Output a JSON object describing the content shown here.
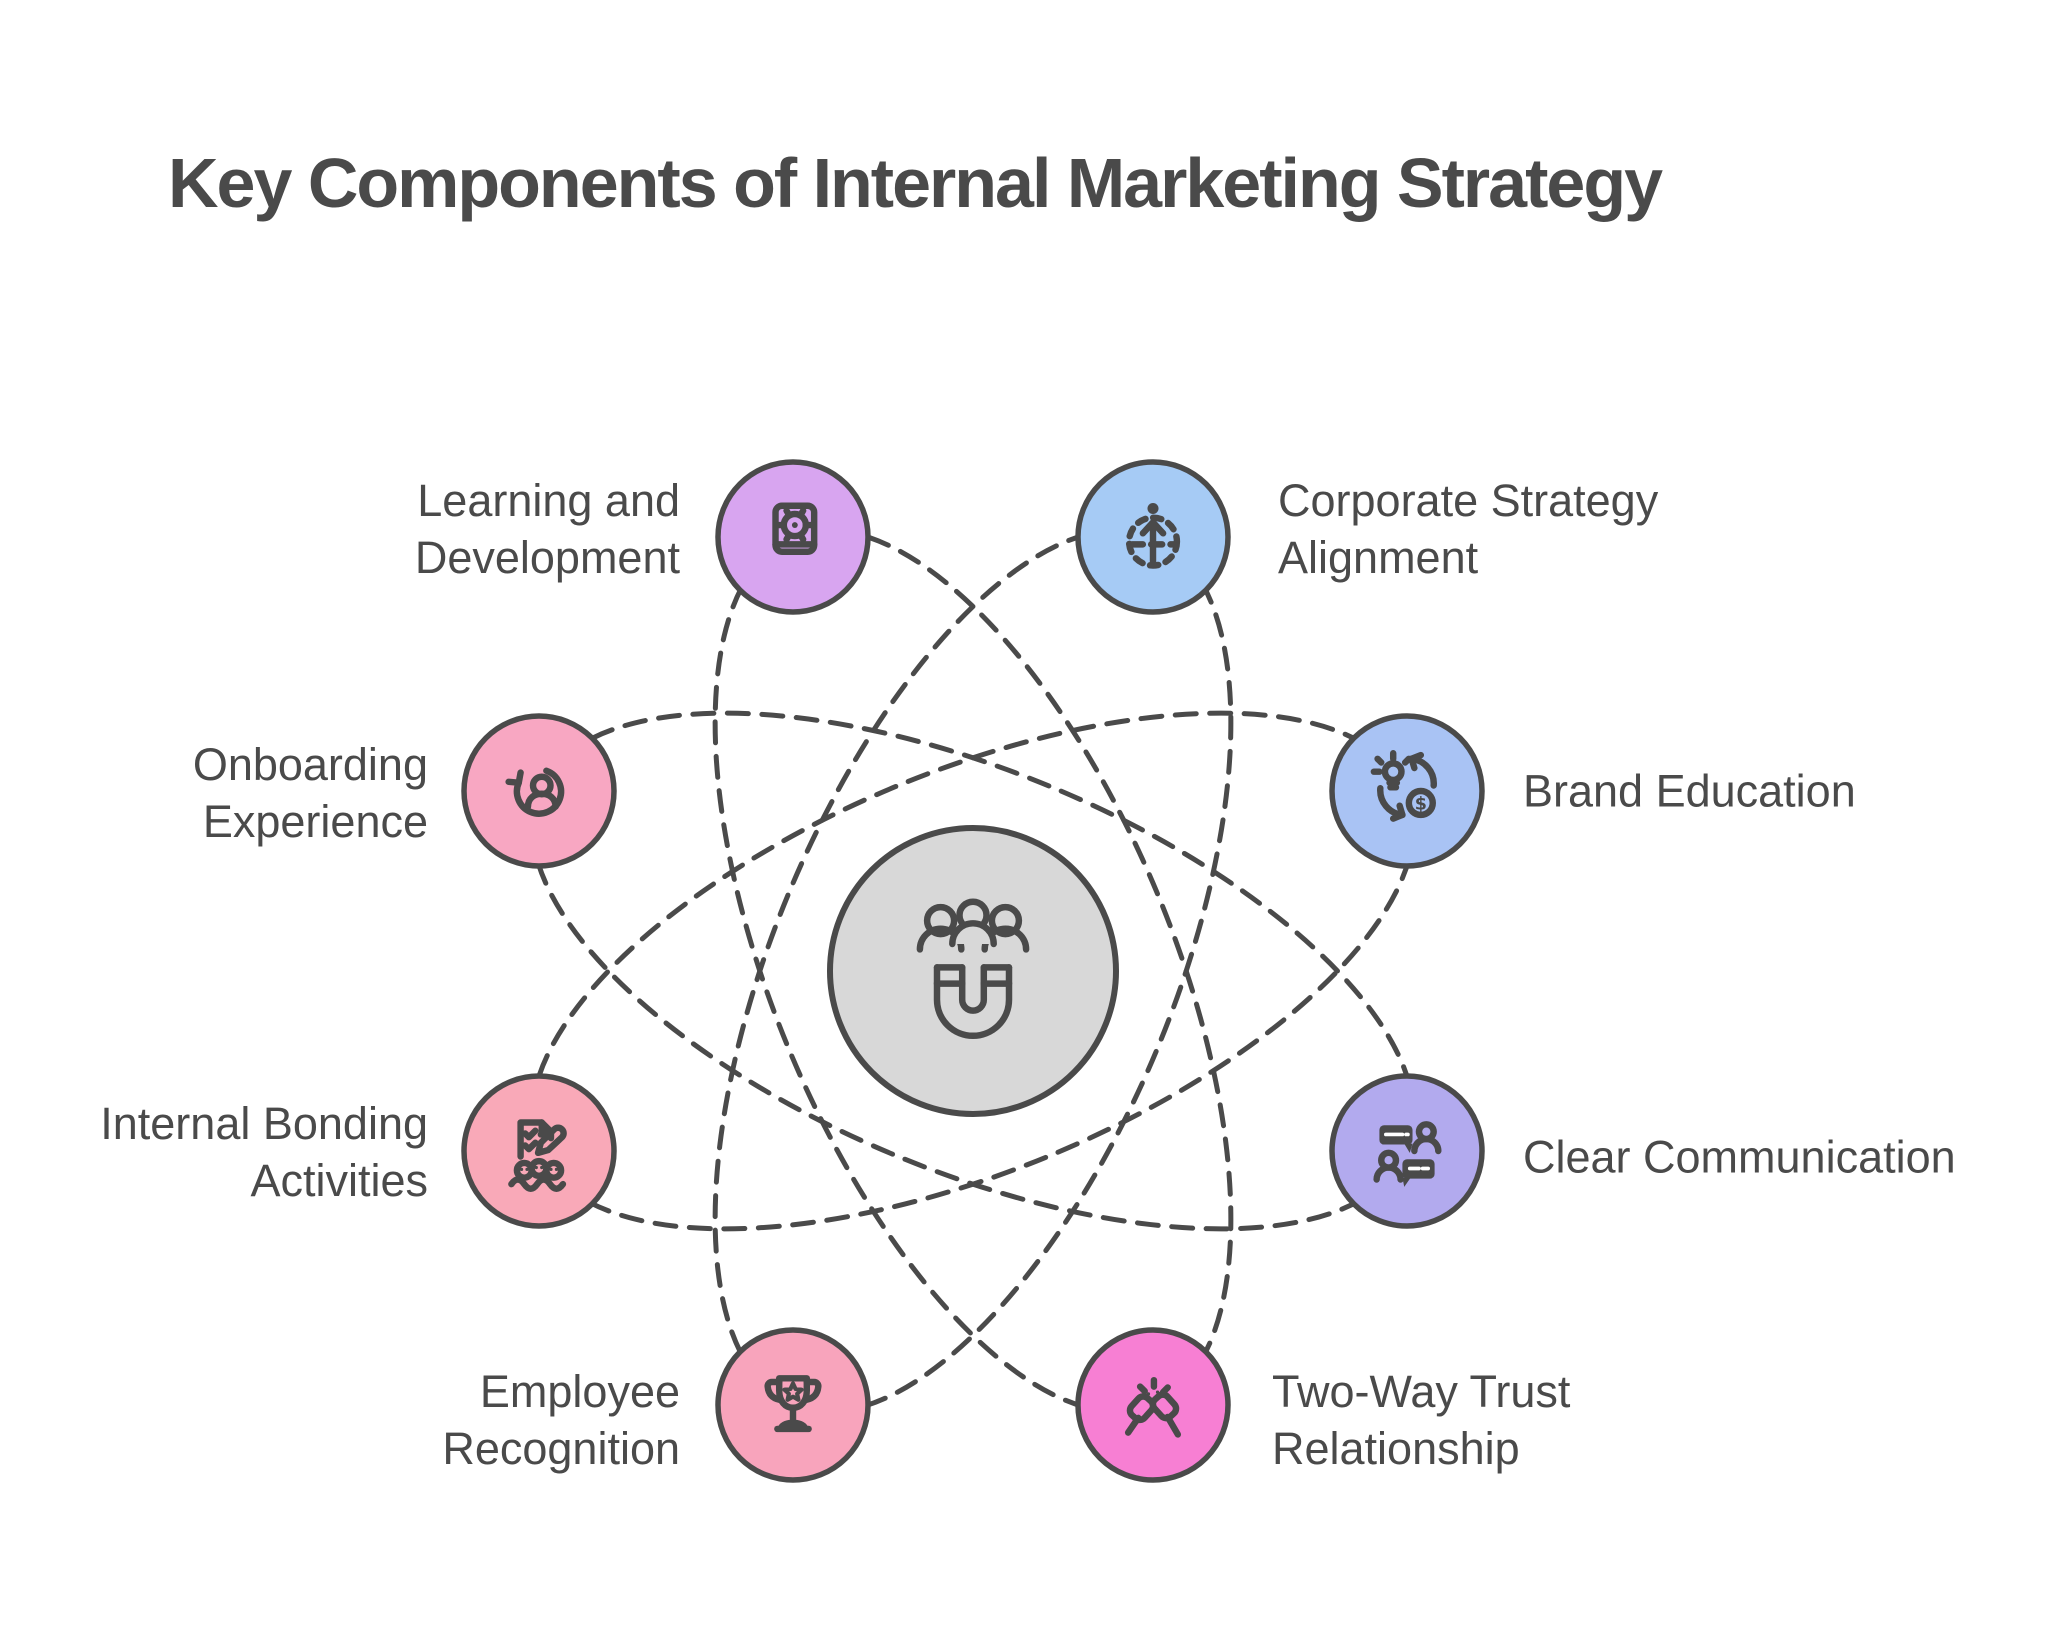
{
  "title": "Key Components of Internal Marketing Strategy",
  "center": {
    "icon": "magnet-attracting-people-icon",
    "fill": "#d8d8d8"
  },
  "nodes": [
    {
      "id": "learning-development",
      "label": "Learning and\nDevelopment",
      "color": "#d8a5f0",
      "icon": "book-gear-icon"
    },
    {
      "id": "corporate-strategy-alignment",
      "label": "Corporate Strategy\nAlignment",
      "color": "#a6cbf5",
      "icon": "person-direction-icon"
    },
    {
      "id": "onboarding-experience",
      "label": "Onboarding\nExperience",
      "color": "#f8a7c2",
      "icon": "person-cycle-icon"
    },
    {
      "id": "brand-education",
      "label": "Brand Education",
      "color": "#a9c3f4",
      "icon": "idea-money-exchange-icon"
    },
    {
      "id": "internal-bonding-activities",
      "label": "Internal Bonding\nActivities",
      "color": "#f9a9b8",
      "icon": "checklist-people-icon"
    },
    {
      "id": "clear-communication",
      "label": "Clear Communication",
      "color": "#b2aaee",
      "icon": "chat-people-icon"
    },
    {
      "id": "employee-recognition",
      "label": "Employee\nRecognition",
      "color": "#f8a4bc",
      "icon": "trophy-star-icon"
    },
    {
      "id": "two-way-trust-relationship",
      "label": "Two-Way Trust\nRelationship",
      "color": "#f77fd3",
      "icon": "fist-bump-icon"
    }
  ],
  "colors": {
    "outline": "#4a4a4a",
    "text": "#4a4a4a",
    "background": "#ffffff"
  }
}
